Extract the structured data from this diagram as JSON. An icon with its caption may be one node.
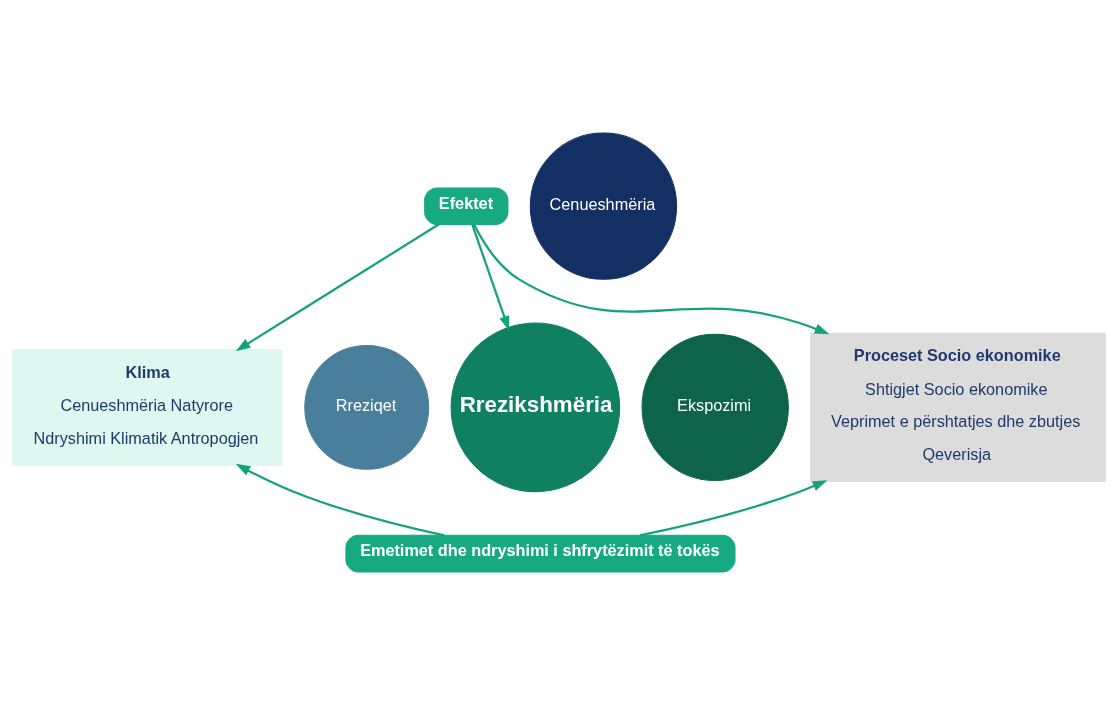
{
  "diagram": {
    "nodes": [
      {
        "text": [
          "Efektet"
        ]
      },
      {
        "text": [
          "Klima",
          "Cenueshmëria Natyrore",
          "Ndryshimi Klimatik Antropogjen"
        ]
      },
      {
        "text": [
          "Rreziqet"
        ]
      },
      {
        "text": [
          "Cenueshmëria"
        ]
      },
      {
        "text": [
          "Rrezikshmëria"
        ]
      },
      {
        "text": [
          "Ekspozimi"
        ]
      },
      {
        "text": [
          "Proceset Socio ekonomike",
          "Shtigjet Socio ekonomike",
          "Veprimet e përshtatjes dhe zbutjes",
          "Qeverisja"
        ]
      },
      {
        "text": [
          "Emetimet dhe ndryshimi i shfrytëzimit të tokës"
        ]
      }
    ],
    "edges": [
      {
        "from": 0,
        "to": 1,
        "arrow": "to"
      },
      {
        "from": 0,
        "to": 6,
        "arrow": "to"
      },
      {
        "from": 0,
        "to": 4,
        "arrow": "to"
      },
      {
        "from": 7,
        "to": 1,
        "arrow": "to"
      },
      {
        "from": 7,
        "to": 6,
        "arrow": "to"
      }
    ]
  }
}
